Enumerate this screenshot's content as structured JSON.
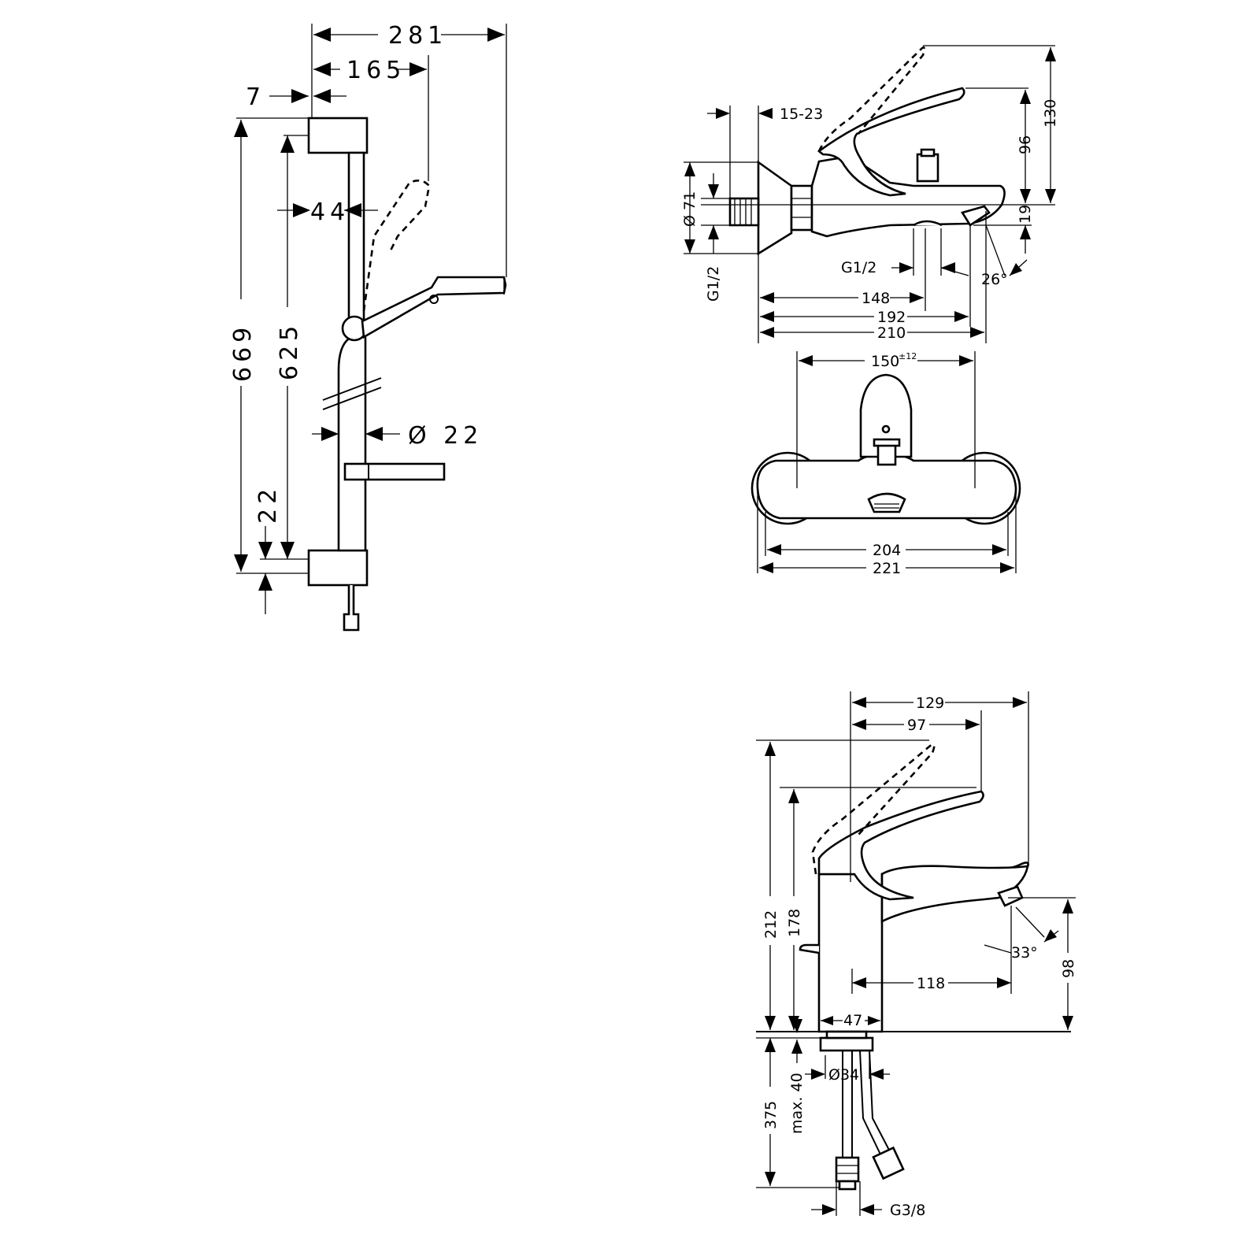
{
  "shower_rail": {
    "dim_width_total": "281",
    "dim_width_shower": "165",
    "dim_wall_offset": "7",
    "dim_44": "44",
    "dim_height_total": "669",
    "dim_height_fixing": "625",
    "dim_22_vertical": "22",
    "dim_rail_diameter": "Ø 22"
  },
  "bath_mixer": {
    "dim_15_23": "15-23",
    "dim_d71": "Ø 71",
    "dim_g12_left": "G1/2",
    "dim_g12_outlet": "G1/2",
    "dim_130": "130",
    "dim_96": "96",
    "dim_19": "19",
    "dim_26deg": "26°",
    "dim_148": "148",
    "dim_192": "192",
    "dim_210": "210",
    "dim_150": "150",
    "dim_150_tol": "±12",
    "dim_204": "204",
    "dim_221": "221"
  },
  "basin_mixer": {
    "dim_129": "129",
    "dim_97": "97",
    "dim_212": "212",
    "dim_178": "178",
    "dim_33deg": "33°",
    "dim_118": "118",
    "dim_98": "98",
    "dim_47": "47",
    "dim_40": "max. 40",
    "dim_d34": "Ø34",
    "dim_375": "375",
    "dim_g38": "G3/8"
  }
}
